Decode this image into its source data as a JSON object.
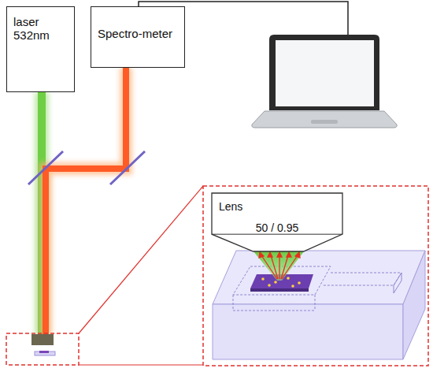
{
  "diagram": {
    "nodes": [
      {
        "text": [
          "laser 532nm"
        ]
      },
      {
        "text": [
          "Spectro-meter"
        ]
      },
      {
        "text": [
          "Lens",
          "50 / 0.95"
        ]
      }
    ]
  }
}
